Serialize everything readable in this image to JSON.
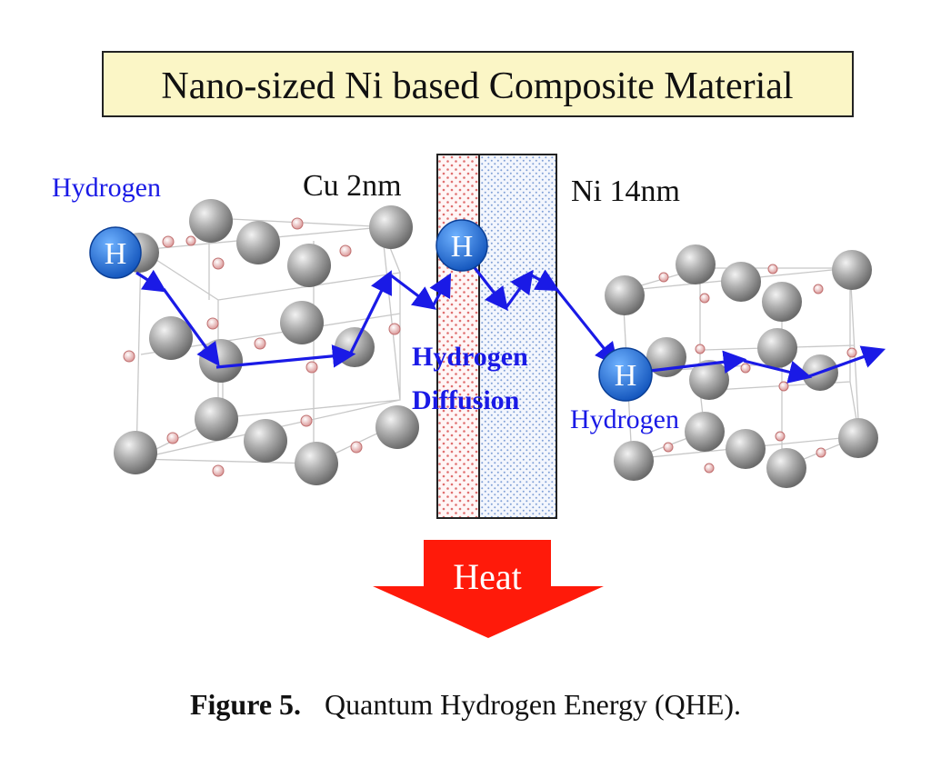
{
  "title": "Nano-sized Ni based Composite Material",
  "labels": {
    "hydrogen_left": "Hydrogen",
    "cu_layer": "Cu 2nm",
    "ni_layer": "Ni 14nm",
    "diffusion_line1": "Hydrogen",
    "diffusion_line2": "Diffusion",
    "hydrogen_right": "Hydrogen",
    "heat": "Heat"
  },
  "atoms": {
    "h1": "H",
    "h2": "H",
    "h3": "H"
  },
  "caption": {
    "number": "Figure 5.",
    "text": "Quantum Hydrogen Energy (QHE)."
  },
  "colors": {
    "accent": "#1a1ae6",
    "title_box": "#fbf6c6",
    "hydrogen_atom": "#1f6fd6",
    "heat_arrow": "#ff1a0a",
    "cu_dots": "#e07070",
    "ni_dots": "#7f9fd6",
    "metal_atom": "#9a9a9a"
  }
}
